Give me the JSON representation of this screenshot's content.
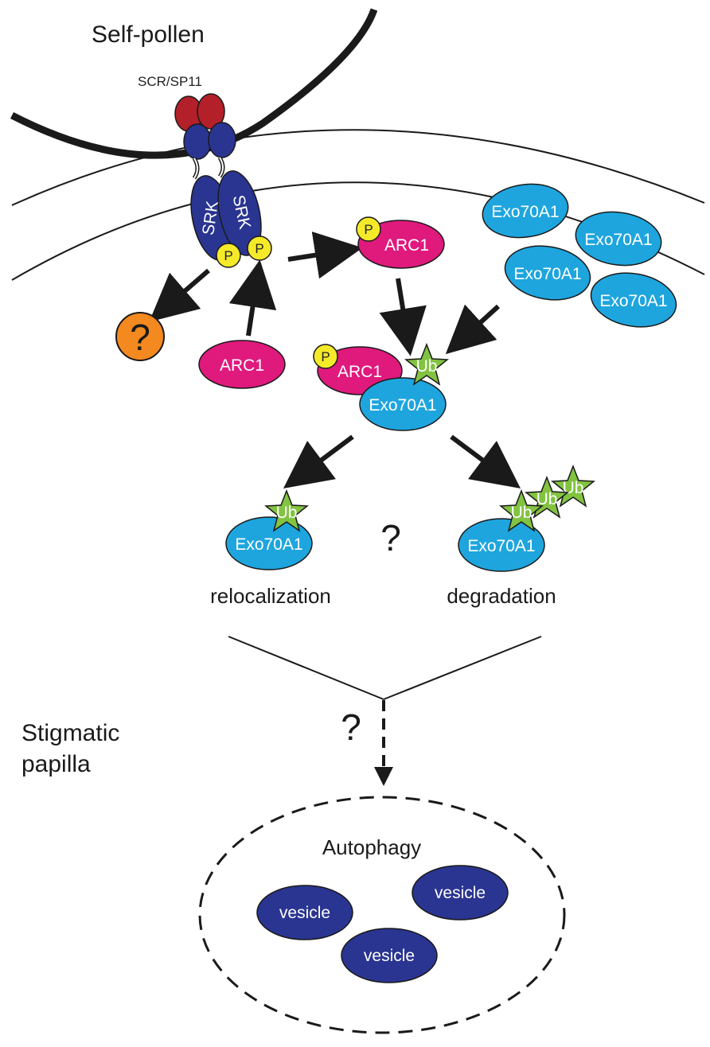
{
  "labels": {
    "self_pollen": "Self-pollen",
    "scr_sp11": "SCR/SP11",
    "srk": "SRK",
    "p": "P",
    "arc1": "ARC1",
    "exo70a1": "Exo70A1",
    "ub": "Ub",
    "question": "?",
    "relocalization": "relocalization",
    "degradation": "degradation",
    "stigmatic_line1": "Stigmatic",
    "stigmatic_line2": "papilla",
    "autophagy": "Autophagy",
    "vesicle": "vesicle"
  },
  "colors": {
    "srk_blue": "#2a3591",
    "scr_red": "#b3202a",
    "phospho_yellow": "#f4ea2a",
    "arc1_magenta": "#e0197d",
    "exo_cyan": "#1ea5de",
    "ub_green": "#82c341",
    "question_orange": "#f4891f",
    "vesicle_blue": "#2a3591"
  }
}
